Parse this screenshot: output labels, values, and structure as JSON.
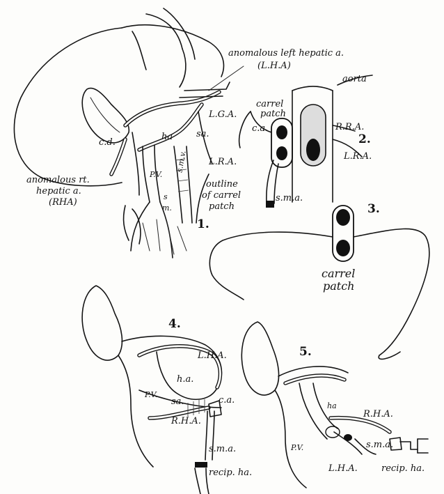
{
  "panels": {
    "p1": {
      "number": "1."
    },
    "p2": {
      "number": "2."
    },
    "p3": {
      "number": "3."
    },
    "p4": {
      "number": "4."
    },
    "p5": {
      "number": "5."
    }
  },
  "labels": {
    "anomalous_lha_1": "anomalous left hepatic a.",
    "anomalous_lha_2": "(L.H.A)",
    "lga": "L.G.A.",
    "ha_1": "ha",
    "sa_1": "sa.",
    "cd": "c.d.",
    "pv_1": "P.V.",
    "lra_1": "L.R.A.",
    "outline_1": "outline",
    "outline_2": "of carrel",
    "outline_3": "patch",
    "anomalous_rha_1": "anomalous rt.",
    "anomalous_rha_2": "hepatic a.",
    "anomalous_rha_3": "(RHA)",
    "sm_1": "s",
    "sm_2": "m.",
    "smv": "s.m.v.",
    "aorta": "aorta",
    "carrel_patch_1": "carrel",
    "carrel_patch_2": "patch",
    "ca_2": "c.a.",
    "rra": "R.R.A.",
    "lra_2": "L.R.A.",
    "sma_2": "s.m.a.",
    "carrel_patch_3a": "carrel",
    "carrel_patch_3b": "patch",
    "lha_4": "L.H.A.",
    "ha_4": "h.a.",
    "pv_4": "P.V.",
    "sa_4": "sa.",
    "ca_4": "c.a.",
    "rha_4": "R.H.A.",
    "sma_4": "s.m.a.",
    "recip_ha_4": "recip. ha.",
    "ha_5": "ha",
    "rha_5": "R.H.A.",
    "pv_5": "P.V.",
    "sma_5": "s.m.a.",
    "lha_5": "L.H.A.",
    "recip_ha_5": "recip. ha."
  }
}
